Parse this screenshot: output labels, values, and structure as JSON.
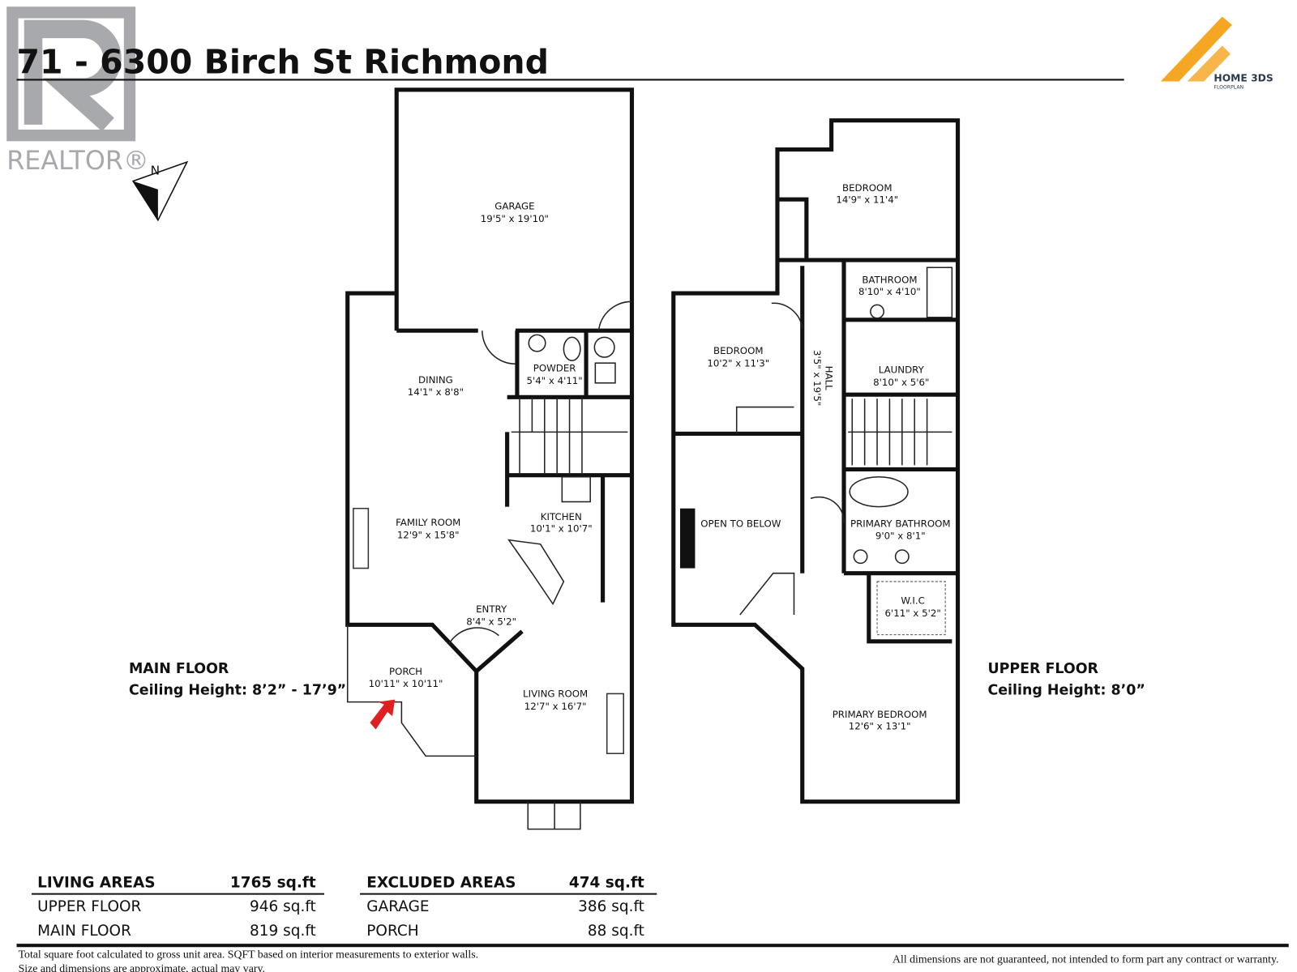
{
  "title": "71 - 6300 Birch St Richmond",
  "realtor_logo": {
    "text": "REALTOR®",
    "color": "#a7a9ac"
  },
  "compass": {
    "label": "N"
  },
  "brand_logo": {
    "name": "HOME 3DS",
    "sub": "FLOORPLAN",
    "accent": "#f5a623"
  },
  "main_floor": {
    "label": "MAIN FLOOR",
    "ceiling": "Ceiling Height: 8’2” - 17’9”",
    "rooms": [
      {
        "name": "GARAGE",
        "dims": "19'5\" x 19'10\""
      },
      {
        "name": "DINING",
        "dims": "14'1\" x 8'8\""
      },
      {
        "name": "POWDER",
        "dims": "5'4\" x 4'11\""
      },
      {
        "name": "FAMILY ROOM",
        "dims": "12'9\" x 15'8\""
      },
      {
        "name": "KITCHEN",
        "dims": "10'1\" x 10'7\""
      },
      {
        "name": "ENTRY",
        "dims": "8'4\" x 5'2\""
      },
      {
        "name": "PORCH",
        "dims": "10'11\" x 10'11\""
      },
      {
        "name": "LIVING ROOM",
        "dims": "12'7\" x 16'7\""
      }
    ]
  },
  "upper_floor": {
    "label": "UPPER FLOOR",
    "ceiling": "Ceiling Height: 8’0”",
    "rooms": [
      {
        "name": "BEDROOM",
        "dims": "14'9\" x 11'4\""
      },
      {
        "name": "BATHROOM",
        "dims": "8'10\" x 4'10\""
      },
      {
        "name": "BEDROOM",
        "dims": "10'2\" x 11'3\""
      },
      {
        "name": "HALL",
        "dims": "3'5\" x 19'5\""
      },
      {
        "name": "LAUNDRY",
        "dims": "8'10\" x 5'6\""
      },
      {
        "name": "OPEN TO BELOW",
        "dims": ""
      },
      {
        "name": "PRIMARY BATHROOM",
        "dims": "9'0\" x 8'1\""
      },
      {
        "name": "W.I.C",
        "dims": "6'11\" x 5'2\""
      },
      {
        "name": "PRIMARY BEDROOM",
        "dims": "12'6\" x 13'1\""
      }
    ]
  },
  "areas": {
    "living": {
      "header": "LIVING AREAS",
      "total": "1765 sq.ft",
      "rows": [
        {
          "label": "UPPER FLOOR",
          "value": "946 sq.ft"
        },
        {
          "label": "MAIN FLOOR",
          "value": "819 sq.ft"
        }
      ]
    },
    "excluded": {
      "header": "EXCLUDED AREAS",
      "total": "474 sq.ft",
      "rows": [
        {
          "label": "GARAGE",
          "value": "386 sq.ft"
        },
        {
          "label": "PORCH",
          "value": "88 sq.ft"
        }
      ]
    }
  },
  "footer": {
    "note1": "Total square foot calculated to gross unit area. SQFT based on interior measurements to exterior walls.",
    "note2": "Size and dimensions are approximate, actual may vary.",
    "disclaimer": "All dimensions are not guaranteed, not intended to form part any contract or warranty."
  },
  "entrance_arrow_color": "#e02020"
}
